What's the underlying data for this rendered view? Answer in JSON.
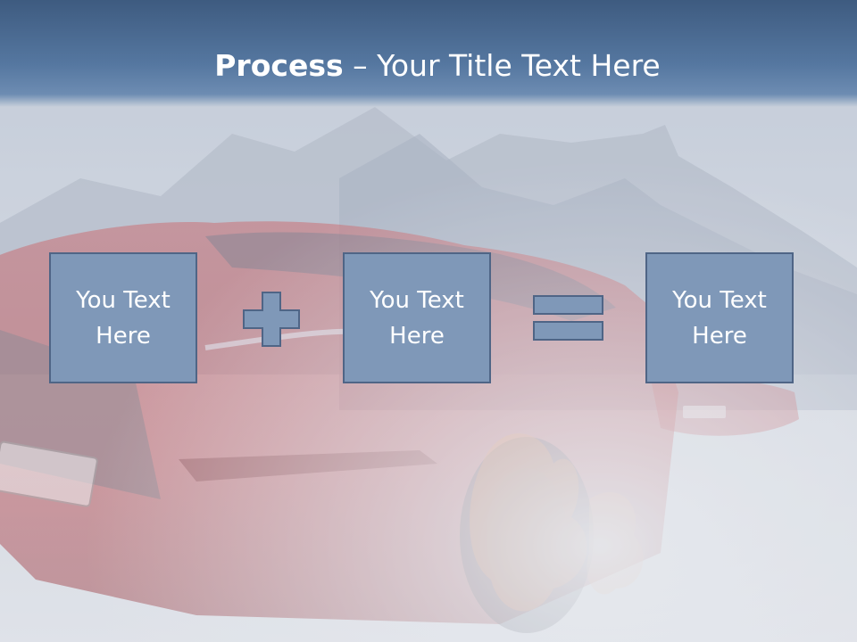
{
  "slide": {
    "title_bold": "Process",
    "title_rest": " – Your Title Text Here",
    "boxes": [
      {
        "label": "You Text Here"
      },
      {
        "label": "You Text Here"
      },
      {
        "label": "You Text Here"
      }
    ],
    "operators": [
      "plus-icon",
      "equals-icon"
    ],
    "colors": {
      "header": "#4a6a92",
      "box_fill": "#7f98b8",
      "box_border": "#4f6586",
      "car_red": "#b8343a"
    }
  }
}
